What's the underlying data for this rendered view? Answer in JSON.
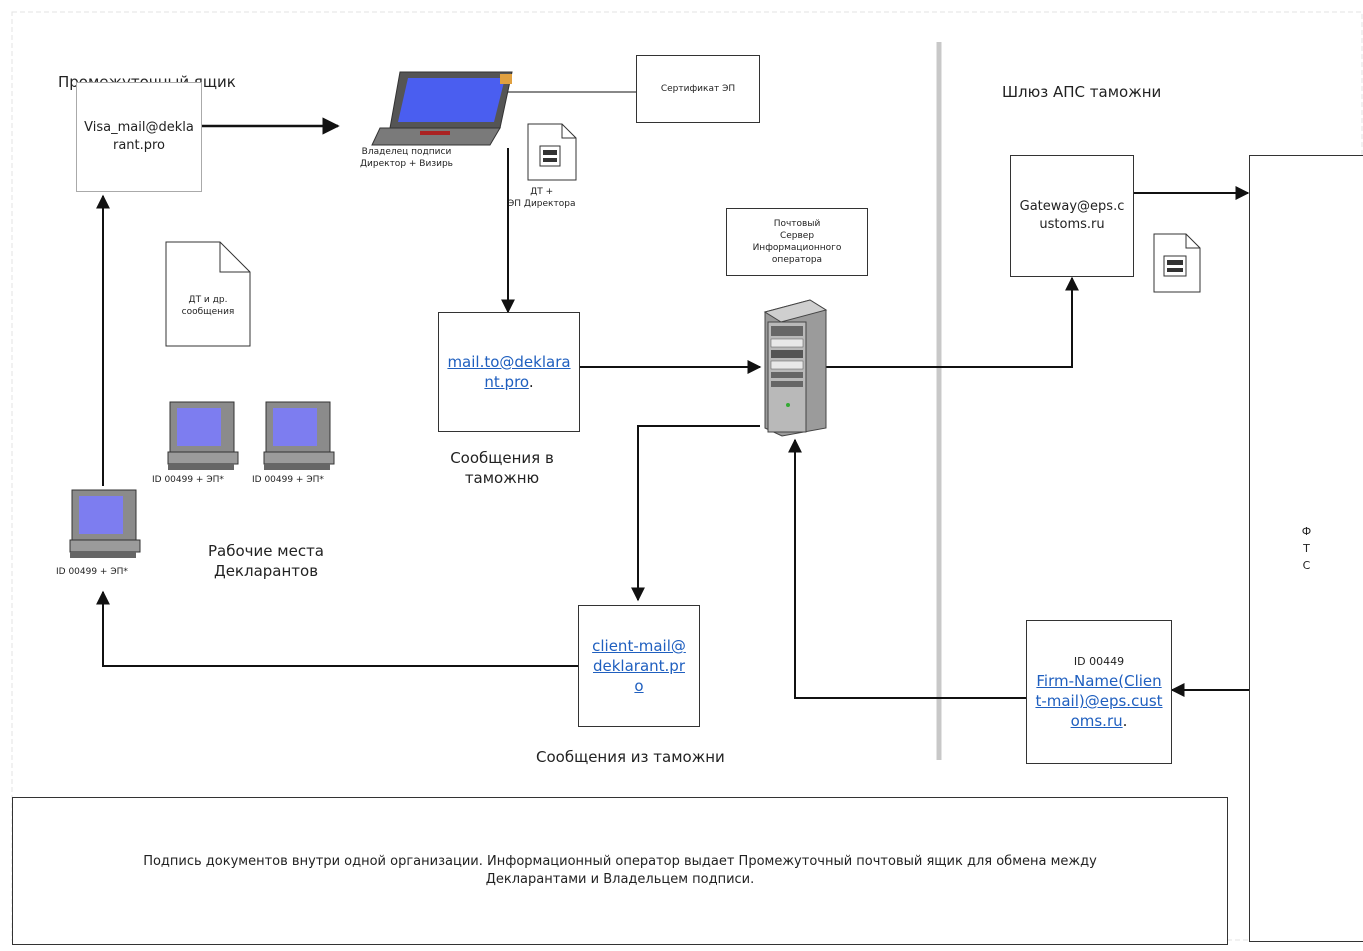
{
  "labels": {
    "intermediate_box_title": "Промежуточный ящик",
    "visa_mail": "Visa_mail@deklarant.pro",
    "laptop_owner": "Владелец подписи\nДиректор + Визирь",
    "certificate": "Сертификат ЭП",
    "doc_dt_ep": "ДТ +\nЭП Директора",
    "doc_dt_other": "ДТ и др.\nсообщения",
    "mail_to_link": "mail.to@deklarant.pro",
    "mail_to_dot": ".",
    "messages_to_customs": "Сообщения в\nтаможню",
    "mail_server": "Почтовый\nСервер\nИнформационного\nоператора",
    "gateway_title": "Шлюз АПС таможни",
    "gateway_mail": "Gateway@eps.customs.ru",
    "fts": "Ф\nТ\nС",
    "ws1": "ID 00499 + ЭП*",
    "ws2": "ID 00499 + ЭП*",
    "ws3": "ID 00499 + ЭП*",
    "workplaces": "Рабочие места\nДекларантов",
    "client_mail": "client-mail@deklarant.pro",
    "messages_from_customs": "Сообщения из таможни",
    "firm_id": "ID 00449",
    "firm_link": "Firm-Name(Client-mail)@eps.customs.ru",
    "firm_dot": ".",
    "footer": "Подпись документов внутри одной организации. Информационный оператор выдает Промежуточный почтовый ящик для обмена между\nДекларантами и Владельцем подписи."
  },
  "colors": {
    "link": "#1f5fbf",
    "divider": "#c8c8c8",
    "screen": "#6f6fe8"
  },
  "icons": [
    "laptop-icon",
    "document-icon",
    "server-icon",
    "desktop-computer-icon"
  ]
}
